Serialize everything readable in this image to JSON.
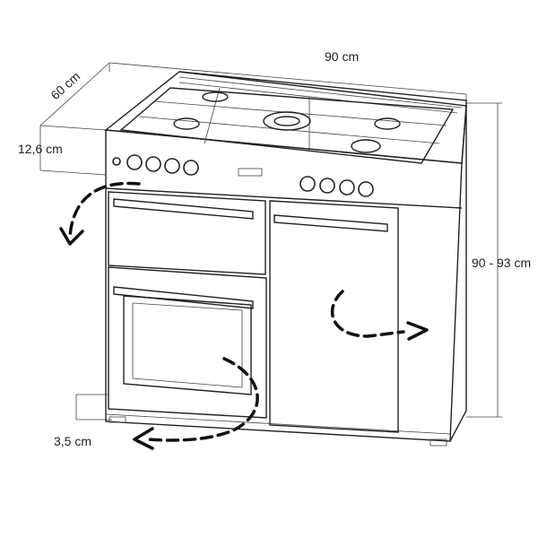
{
  "title": "Range cooker dimensions",
  "dimensions": {
    "width": "90 cm",
    "depth": "60 cm",
    "control_panel_height": "12,6 cm",
    "height": "90 - 93 cm",
    "plinth_height": "3,5 cm"
  }
}
